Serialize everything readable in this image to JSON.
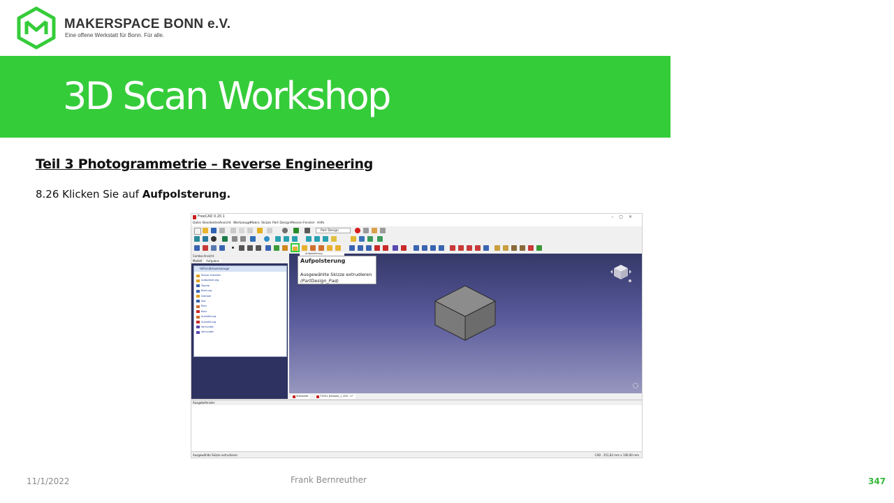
{
  "header": {
    "org_name": "MAKERSPACE BONN e.V.",
    "tagline": "Eine offene Werkstatt für Bonn. Für alle.",
    "logo_icon": "hexagon-m-logo-icon"
  },
  "slide": {
    "title": "3D Scan Workshop",
    "section_heading": "Teil 3  Photogrammetrie  – Reverse Engineering",
    "step_prefix": "8.26 Klicken Sie auf ",
    "step_target": "Aufpolsterung."
  },
  "freecad": {
    "window_title": "FreeCAD 0.20.1",
    "menu": [
      "Datei",
      "Bearbeiten",
      "Ansicht",
      "Werkzeuge",
      "Makro",
      "Skizze",
      "Part Design",
      "Messen",
      "Fenster",
      "Hilfe"
    ],
    "workbench": "Part Design",
    "combo_title": "Combo-Ansicht",
    "combo_tabs": [
      "Modell",
      "Aufgaben"
    ],
    "task_panel_title": "Hilfsmittelwerkzeuge",
    "task_items": [
      "Skizze erstellen",
      "Aufpolsterung",
      "Tasche",
      "Bohrung",
      "Drehteil",
      "Nut",
      "Rohr",
      "Rohr",
      "Aushöhlung",
      "Aushöhlung",
      "Verrundet",
      "Verrundet"
    ],
    "tooltip": {
      "title": "Aufpolsterung",
      "description": "Ausgewählte Skizze extrudieren",
      "command": "(PartDesign_Pad)"
    },
    "tooltip_tail": "Aufpolsterung",
    "doc_tabs": [
      "Startseite",
      "T2001_Beispiel_1_300 : 1*"
    ],
    "output_title": "Ausgabefenster",
    "status_left": "Ausgewählte Skizze extrudieren",
    "status_right": "CAD  ·  251,83 mm x 106,90 mm",
    "highlight_color": "#35cc3a"
  },
  "footer": {
    "date": "11/1/2022",
    "author": "Frank Bernreuther",
    "page": "347"
  },
  "colors": {
    "brand_green": "#35cc3a",
    "viewport_top": "#343868",
    "viewport_bottom": "#9797bf"
  }
}
